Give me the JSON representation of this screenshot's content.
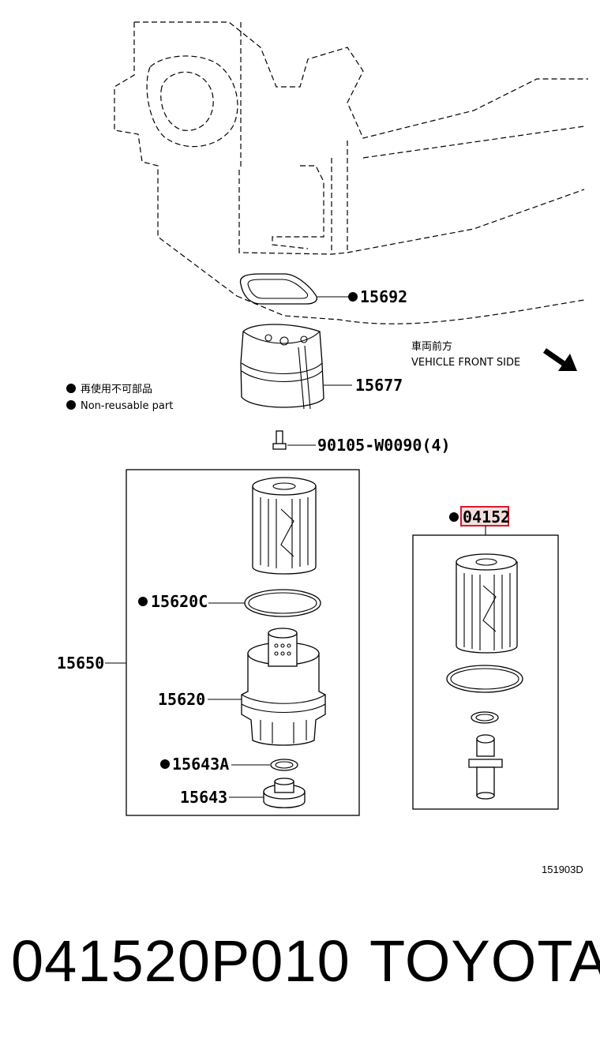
{
  "diagram": {
    "labels": {
      "oil_pan_gasket": "15692",
      "oil_cooler_adapter": "15677",
      "bolt": "90105-W0090(4)",
      "filter_assembly": "15650",
      "filter_o_ring": "15620C",
      "filter_cap": "15620",
      "drain_plug_gasket": "15643A",
      "drain_plug": "15643",
      "element_kit": "04152"
    },
    "direction": {
      "japanese": "車両前方",
      "english": "VEHICLE FRONT SIDE"
    },
    "legend": {
      "japanese": "再使用不可部品",
      "english": "Non-reusable part"
    },
    "illustration_code": "151903D",
    "highlight_color": "#d9182d"
  },
  "footer": {
    "part_number": "041520P010",
    "brand": "TOYOTA"
  }
}
